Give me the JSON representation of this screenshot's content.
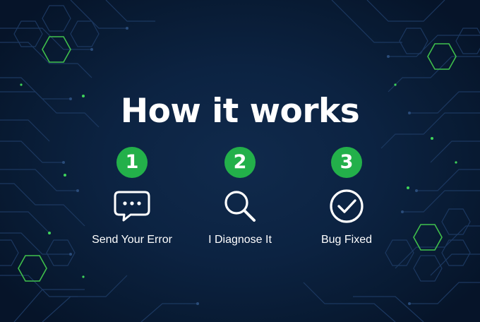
{
  "title": "How it works",
  "steps": [
    {
      "number": "1",
      "label": "Send Your Error",
      "icon": "chat-bubble-icon"
    },
    {
      "number": "2",
      "label": "I Diagnose It",
      "icon": "magnifier-icon"
    },
    {
      "number": "3",
      "label": "Bug Fixed",
      "icon": "check-circle-icon"
    }
  ],
  "colors": {
    "background": "#0a1d36",
    "accent_green": "#23b04a",
    "circuit_lines": "#1d3a63",
    "text": "#ffffff"
  }
}
